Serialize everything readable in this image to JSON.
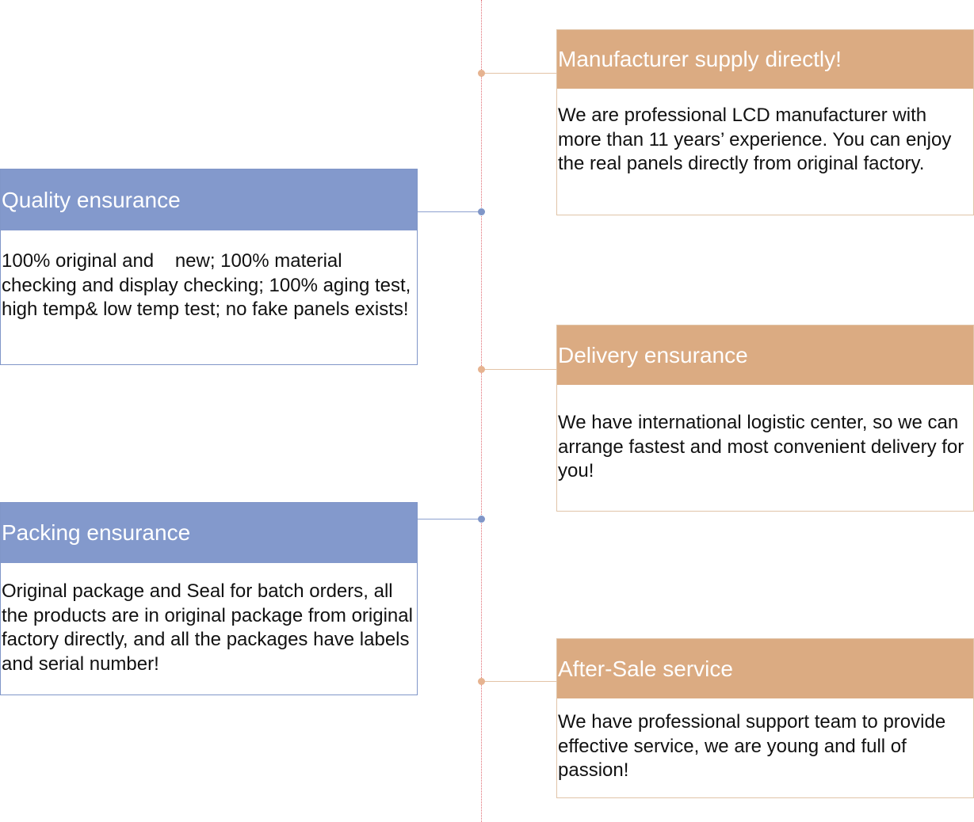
{
  "colors": {
    "left_accent": "#8399cc",
    "right_accent": "#dbab82",
    "axis": "#e06a72"
  },
  "cards": {
    "manufacturer": {
      "title": "Manufacturer supply directly!",
      "text": "We are professional LCD manufacturer with more than 11 years’ experience. You can enjoy the real panels directly from original factory."
    },
    "quality": {
      "title": "Quality ensurance",
      "text": "100% original and    new; 100% material checking and display checking; 100% aging test, high temp& low temp test; no fake panels exists!"
    },
    "delivery": {
      "title": "Delivery ensurance",
      "text": "We have international logistic center, so we can arrange fastest and most convenient delivery for you!"
    },
    "packing": {
      "title": "Packing ensurance",
      "text": "Original package and Seal for batch orders, all the products are in original package from original factory directly, and all the packages have labels and serial number!"
    },
    "after_sale": {
      "title": "After-Sale service",
      "text": "We have professional support team to provide effective service, we are young and full of passion!"
    }
  }
}
